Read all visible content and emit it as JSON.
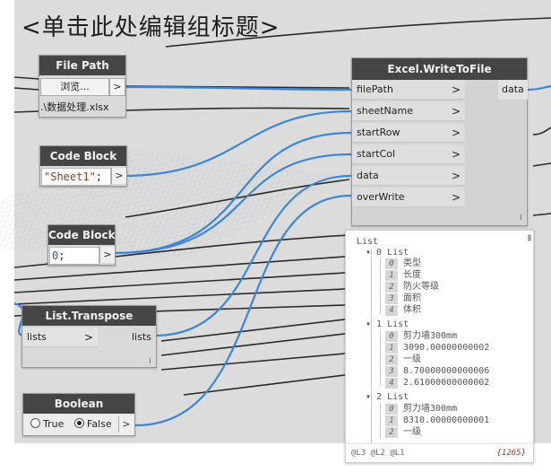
{
  "group_title": "<单击此处编辑组标题>",
  "file_path_node": {
    "title": "File Path",
    "browse_label": "浏览...",
    "arrow": ">",
    "value": ".\\数据处理.xlsx"
  },
  "code_block_1": {
    "title": "Code Block",
    "code_string": "\"Sheet1\"",
    "code_end": ";",
    "arrow": ">"
  },
  "code_block_2": {
    "title": "Code Block",
    "code_number": "0",
    "code_end": ";",
    "arrow": ">"
  },
  "transpose_node": {
    "title": "List.Transpose",
    "input_port": "lists",
    "input_chevron": ">",
    "output_port": "lists"
  },
  "boolean_node": {
    "title": "Boolean",
    "true_label": "True",
    "false_label": "False",
    "selected": "False",
    "arrow": ">"
  },
  "excel_node": {
    "title": "Excel.WriteToFile",
    "inputs": [
      {
        "label": "filePath",
        "chevron": ">"
      },
      {
        "label": "sheetName",
        "chevron": ">"
      },
      {
        "label": "startRow",
        "chevron": ">"
      },
      {
        "label": "startCol",
        "chevron": ">"
      },
      {
        "label": "data",
        "chevron": ">"
      },
      {
        "label": "overWrite",
        "chevron": ">"
      }
    ],
    "output": "data"
  },
  "preview": {
    "root": "List",
    "groups": [
      {
        "label": "0 List",
        "items": [
          {
            "index": "0",
            "value": "类型"
          },
          {
            "index": "1",
            "value": "长度"
          },
          {
            "index": "2",
            "value": "防火等级"
          },
          {
            "index": "3",
            "value": "面积"
          },
          {
            "index": "4",
            "value": "体积"
          }
        ]
      },
      {
        "label": "1 List",
        "items": [
          {
            "index": "0",
            "value": "剪力墙300mm"
          },
          {
            "index": "1",
            "value": "3090.00000000002"
          },
          {
            "index": "2",
            "value": "一级"
          },
          {
            "index": "3",
            "value": "8.70000000000006"
          },
          {
            "index": "4",
            "value": "2.61000000000002"
          }
        ]
      },
      {
        "label": "2 List",
        "items": [
          {
            "index": "0",
            "value": "剪力墙300mm"
          },
          {
            "index": "1",
            "value": "8310.00000000001"
          },
          {
            "index": "2",
            "value": "一级"
          }
        ]
      }
    ],
    "levels": "@L3 @L2 @L1",
    "count": "{1265}"
  },
  "colors": {
    "canvas": "#dcdcdc",
    "node_header": "#454545",
    "wire_blue": "#3d86d6",
    "wire_dark": "#2b2b2b"
  }
}
